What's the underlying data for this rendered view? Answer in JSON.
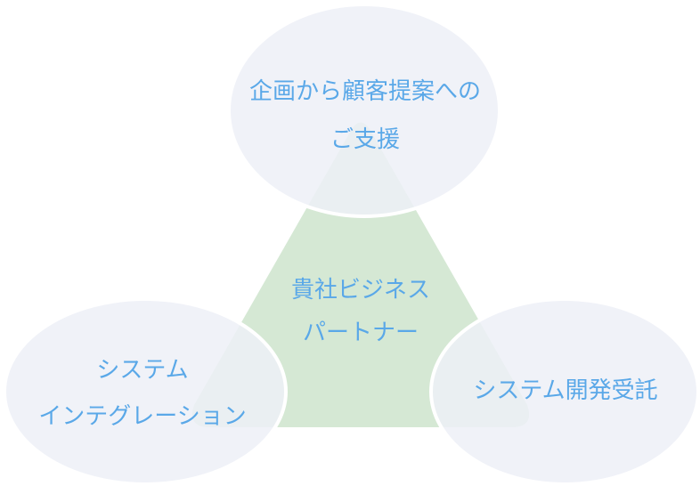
{
  "nodes": {
    "top": {
      "lines": [
        "企画から顧客提案への",
        "ご支援"
      ]
    },
    "center": {
      "lines": [
        "貴社ビジネス",
        "パートナー"
      ]
    },
    "left": {
      "lines": [
        "システム",
        "インテグレーション"
      ]
    },
    "right": {
      "lines": [
        "システム開発受託"
      ]
    }
  },
  "colors": {
    "circle_fill": "#edf0f7",
    "circle_stroke": "#ffffff",
    "triangle_fill": "#d5e8d4",
    "text": "#5aa8e8"
  }
}
